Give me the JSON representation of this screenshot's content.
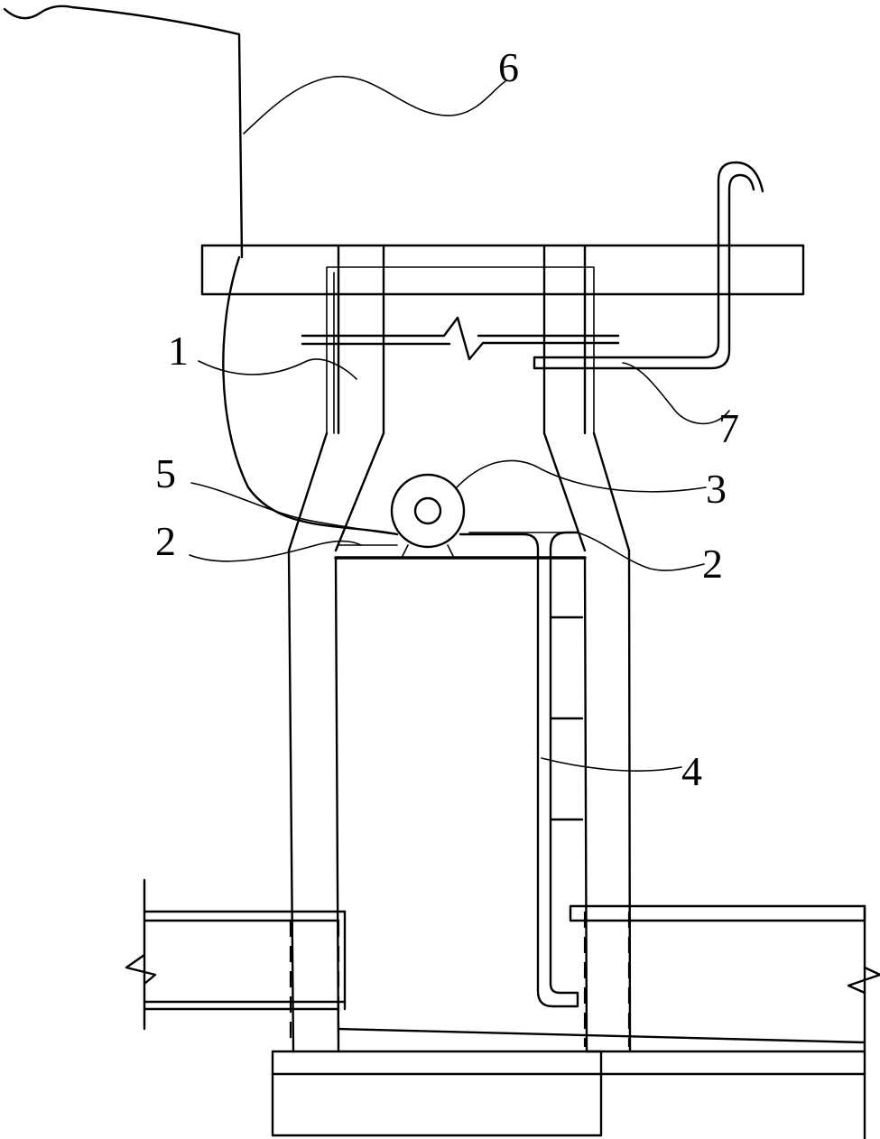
{
  "labels": {
    "l1": "1",
    "l2a": "2",
    "l2b": "2",
    "l3": "3",
    "l4": "4",
    "l5": "5",
    "l6": "6",
    "l7": "7"
  }
}
